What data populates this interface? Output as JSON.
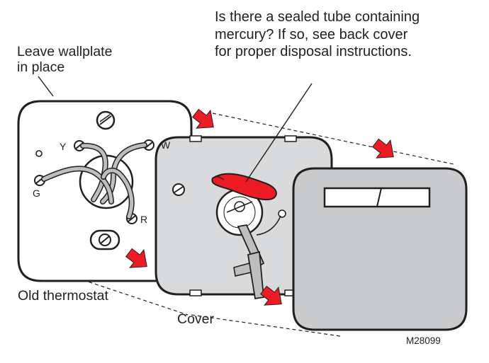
{
  "labels": {
    "question_line1": "Is there a sealed tube containing",
    "question_line2": "mercury? If so, see back cover",
    "question_line3": "for proper disposal instructions.",
    "wallplate_line1": "Leave wallplate",
    "wallplate_line2": "in place",
    "old_thermostat": "Old thermostat",
    "cover": "Cover",
    "figure_code": "M28099"
  },
  "terminals": {
    "y": "Y",
    "w": "W",
    "g": "G",
    "r": "R"
  },
  "colors": {
    "outline": "#231f20",
    "plate_fill": "#d9dadb",
    "cover_fill": "#c9cacc",
    "arrow_red": "#ed1c24",
    "background": "#ffffff"
  },
  "icons": {
    "arrows": "red-direction-arrow",
    "screws": "screw-head-icon"
  }
}
